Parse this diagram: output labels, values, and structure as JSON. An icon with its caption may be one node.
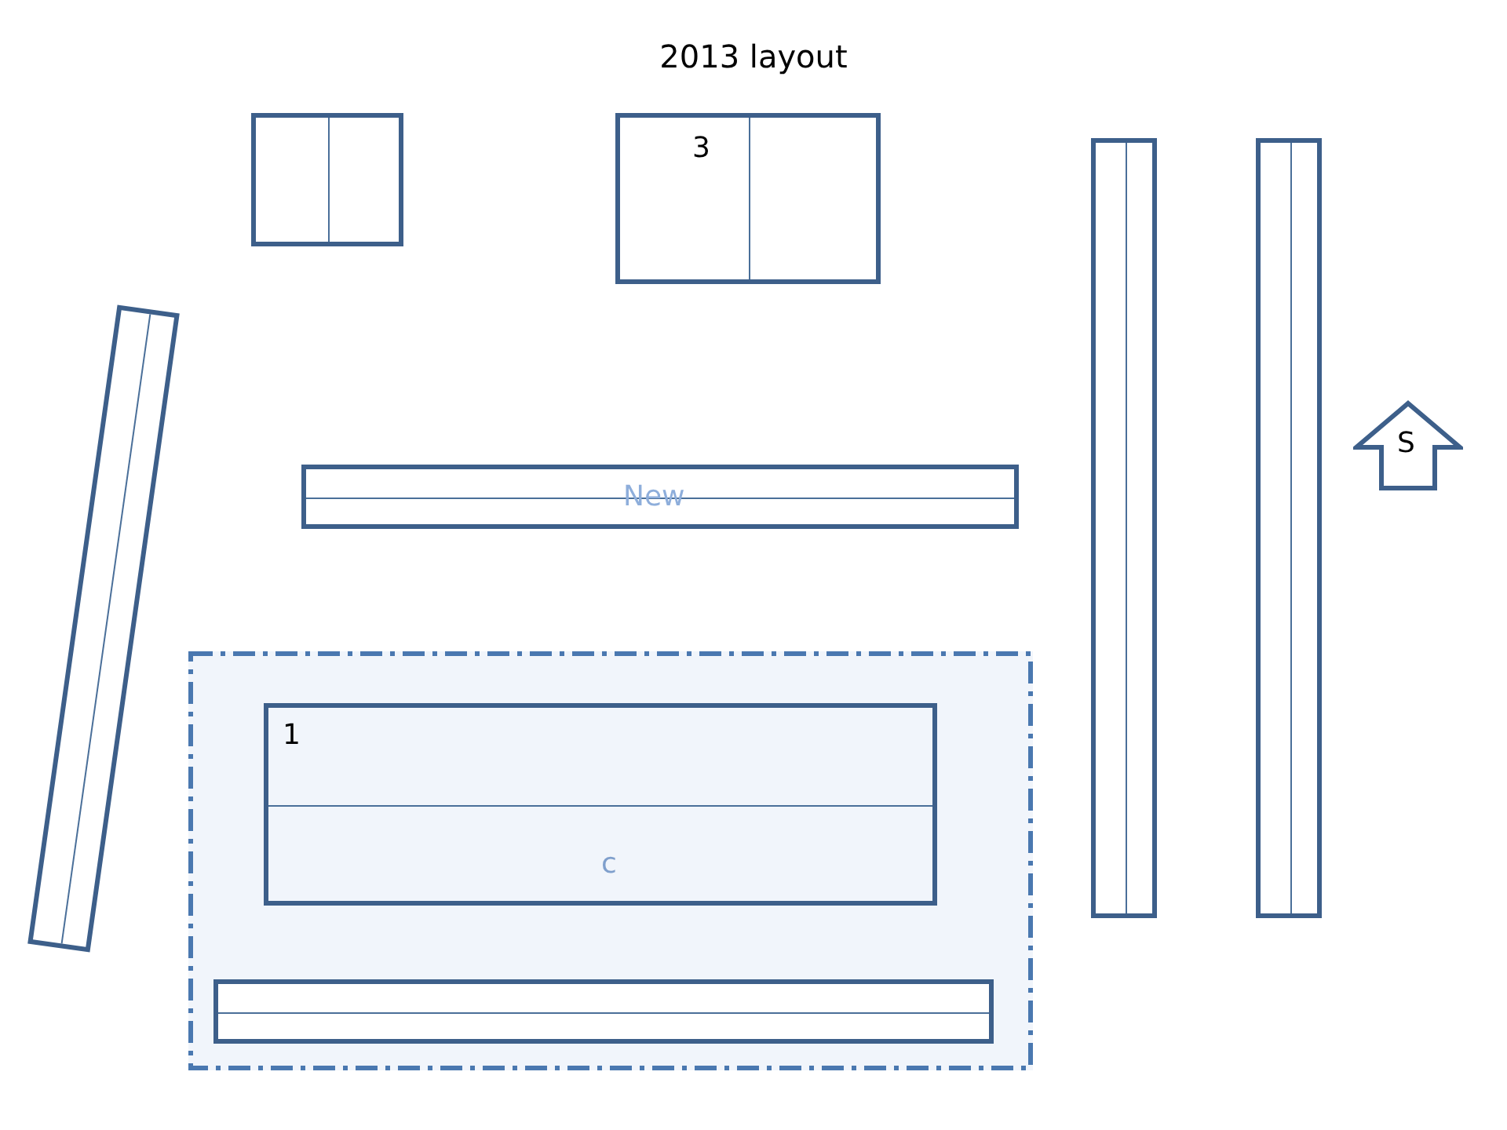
{
  "diagram": {
    "title": "2013 layout",
    "nodes": [
      {
        "text": [],
        "shape": "box"
      },
      {
        "text": [
          "3"
        ]
      },
      {
        "text": [],
        "shape": "box"
      },
      {
        "text": [],
        "shape": "box"
      },
      {
        "text": [],
        "shape": "box"
      },
      {
        "text": [
          "S"
        ]
      },
      {
        "text": [
          "New"
        ]
      },
      {
        "text": [],
        "shape": "box"
      },
      {
        "text": [
          "1",
          "c"
        ],
        "in": 7
      },
      {
        "text": [],
        "shape": "box",
        "in": 7
      }
    ],
    "edges": []
  }
}
